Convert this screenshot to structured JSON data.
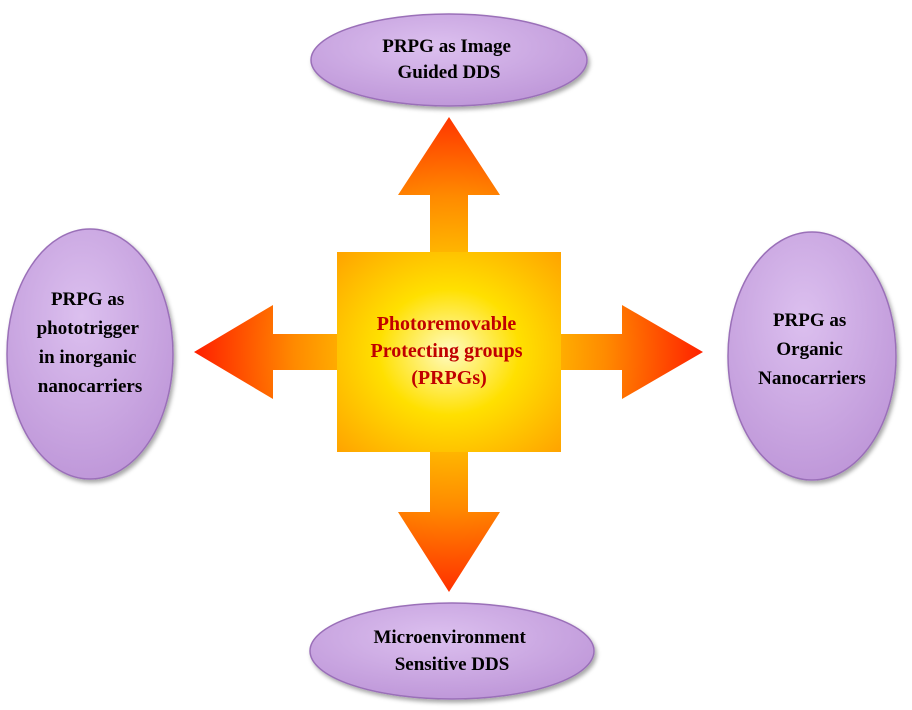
{
  "center": {
    "lines": [
      "Photoremovable",
      "Protecting groups",
      "(PRPGs)"
    ],
    "text_color": "#c00000"
  },
  "nodes": {
    "top": {
      "lines": [
        "PRPG as Image",
        "Guided DDS"
      ]
    },
    "left": {
      "lines": [
        "PRPG as",
        "phototrigger",
        "in inorganic",
        "nanocarriers"
      ]
    },
    "right": {
      "lines": [
        "PRPG as",
        "Organic",
        "Nanocarriers"
      ]
    },
    "bottom": {
      "lines": [
        "Microenvironment",
        "Sensitive DDS"
      ]
    }
  },
  "colors": {
    "ellipse_fill_light": "#d9b8ec",
    "ellipse_fill": "#c39ad9",
    "ellipse_stroke": "#9a6fb8",
    "arrow_inner": "#ffd000",
    "arrow_outer": "#ff1a00",
    "square_center": "#fff7a0",
    "square_mid": "#ffd000",
    "square_edge": "#ffa000",
    "node_text": "#000000"
  }
}
